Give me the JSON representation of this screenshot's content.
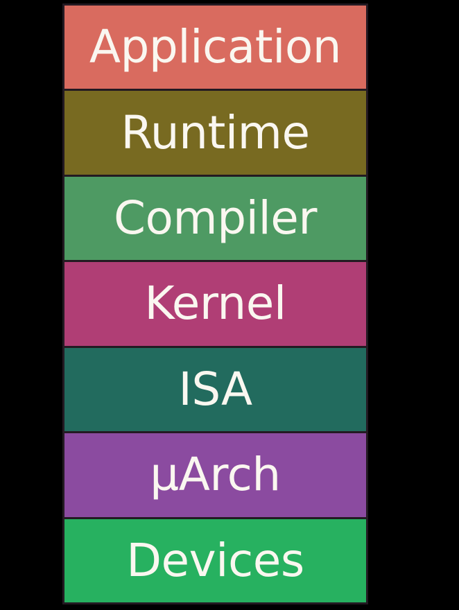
{
  "background_color": "#000000",
  "diagram": {
    "name": "system-stack",
    "text_color": "#faf7f0",
    "border_color": "#231a22",
    "layers": [
      {
        "label": "Application",
        "color": "#d96b5f"
      },
      {
        "label": "Runtime",
        "color": "#786a21"
      },
      {
        "label": "Compiler",
        "color": "#4e9a63"
      },
      {
        "label": "Kernel",
        "color": "#b03e75"
      },
      {
        "label": "ISA",
        "color": "#226b5e"
      },
      {
        "label": "µArch",
        "color": "#8b4ba0"
      },
      {
        "label": "Devices",
        "color": "#27b160"
      }
    ]
  }
}
